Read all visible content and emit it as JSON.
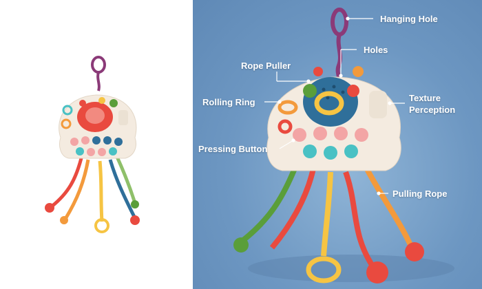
{
  "labels": {
    "hanging_hole": "Hanging Hole",
    "holes": "Holes",
    "rope_puller": "Rope Puller",
    "texture_line1": "Texture",
    "texture_line2": "Perception",
    "rolling_ring": "Rolling Ring",
    "pressing_button": "Pressing Button",
    "pulling_rope": "Pulling Rope"
  },
  "colors": {
    "background_right": "#6d97c2",
    "body": "#f4ebe0",
    "dome": "#2f6f9a",
    "pink_button": "#f3a5a5",
    "teal_button": "#49c1c4",
    "red": "#e94a3f",
    "orange": "#f39a3c",
    "yellow": "#f6c443",
    "green": "#5a9e3a",
    "purple": "#8b3a78"
  }
}
